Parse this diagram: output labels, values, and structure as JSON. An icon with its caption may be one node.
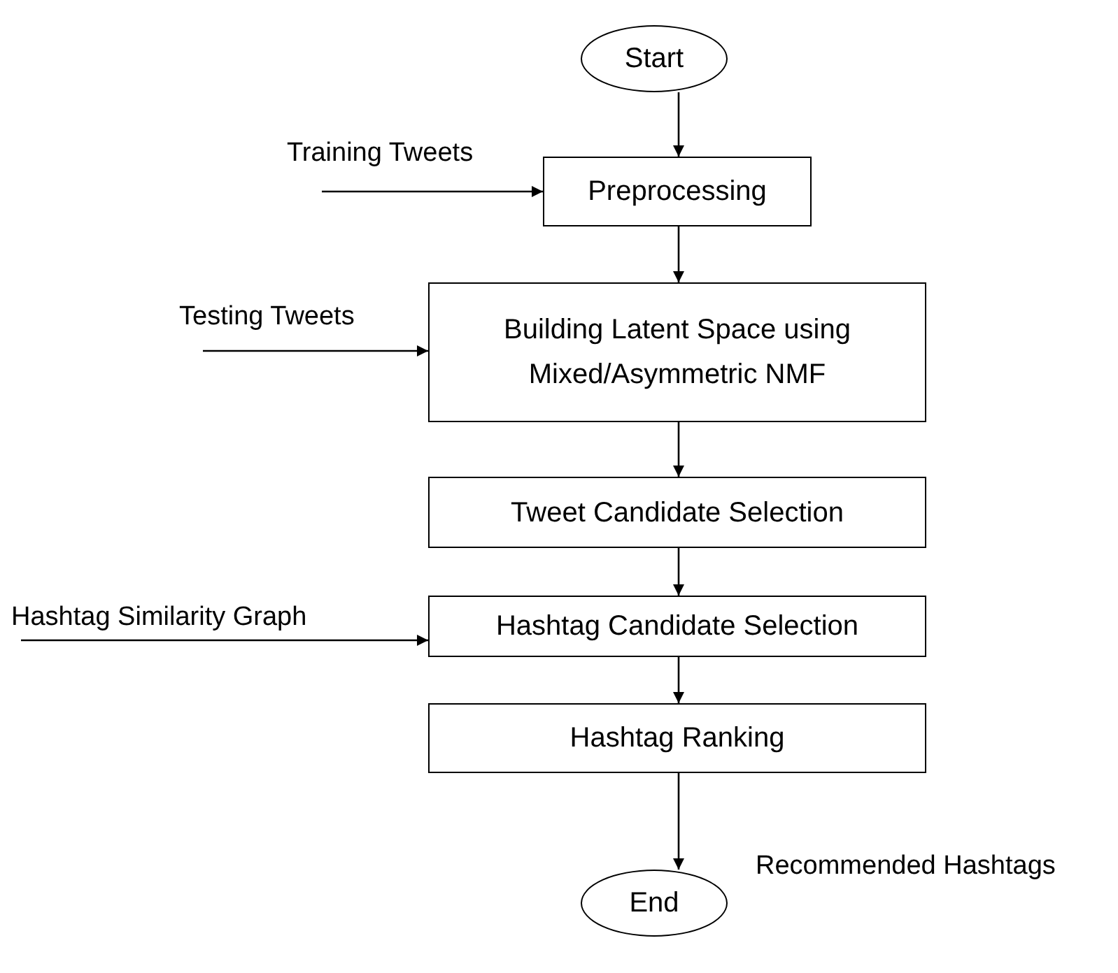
{
  "diagram": {
    "nodes": [
      {
        "text": [
          "Start"
        ]
      },
      {
        "text": [
          "Training Tweets"
        ]
      },
      {
        "text": [
          "Preprocessing"
        ]
      },
      {
        "text": [
          "Testing Tweets"
        ]
      },
      {
        "text": [
          "Building Latent Space using Mixed/Asymmetric NMF"
        ]
      },
      {
        "text": [
          "Tweet Candidate Selection"
        ]
      },
      {
        "text": [
          "Hashtag Similarity Graph"
        ]
      },
      {
        "text": [
          "Hashtag Candidate Selection"
        ]
      },
      {
        "text": [
          "Hashtag Ranking"
        ]
      },
      {
        "text": [
          "End"
        ]
      }
    ],
    "edges": [
      {
        "from": 0,
        "to": 2,
        "arrow": "to"
      },
      {
        "from": 1,
        "to": 2,
        "arrow": "to"
      },
      {
        "from": 2,
        "to": 4,
        "arrow": "to"
      },
      {
        "from": 3,
        "to": 4,
        "arrow": "to"
      },
      {
        "from": 4,
        "to": 5,
        "arrow": "to"
      },
      {
        "from": 5,
        "to": 7,
        "arrow": "to"
      },
      {
        "from": 6,
        "to": 7,
        "arrow": "to"
      },
      {
        "from": 7,
        "to": 8,
        "arrow": "to"
      },
      {
        "from": 8,
        "to": 9,
        "arrow": "to",
        "label": "Recommended Hashtags"
      }
    ]
  }
}
